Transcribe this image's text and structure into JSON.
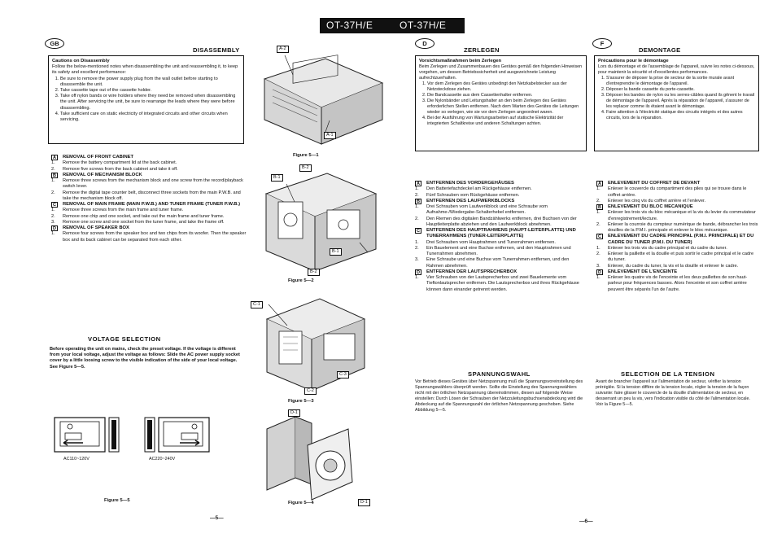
{
  "banner": {
    "left": "OT-37H/E",
    "right": "OT-37H/E"
  },
  "gb": {
    "lang": "GB",
    "title": "DISASSEMBLY",
    "caution_title": "Cautions on Disassembly",
    "caution_intro": "Follow the below-mentioned notes when disassembling the unit and reassembling it, to keep its safety and excellent performance:",
    "cautions": [
      "Be sure to remove the power supply plug from the wall outlet before starting to disassemble the unit.",
      "Take cassette tape out of the cassette holder.",
      "Take off nylon bands or wire holders where they need be removed when disassembling the unit. After servicing the unit, be sure to rearrange the leads where they were before disassembling.",
      "Take sufficient care on static electricity of integrated circuits and other circuits when servicing."
    ],
    "sections": [
      {
        "label": "A",
        "title": "REMOVAL OF FRONT CABINET",
        "steps": [
          "Remove the battery compartment lid at the back cabinet.",
          "Remove five screws from the back cabinet and take it off."
        ]
      },
      {
        "label": "B",
        "title": "REMOVAL OF MECHANISM BLOCK",
        "steps": [
          "Remove three screws from the mechanism block and one screw from the record/playback switch lever.",
          "Remove the digital tape counter belt, disconnect three sockets from the main P.W.B. and take the mechanism block off."
        ]
      },
      {
        "label": "C",
        "title": "REMOVAL OF MAIN FRAME (MAIN P.W.B.) AND TUNER FRAME (TUNER P.W.B.)",
        "steps": [
          "Remove three screws from the main frame and tuner frame.",
          "Remove one chip and one socket, and take out the main frame and tuner frame.",
          "Remove one screw and one socket from the tuner frame, and take the frame off."
        ]
      },
      {
        "label": "D",
        "title": "REMOVAL OF SPEAKER BOX",
        "steps": [
          "Remove four screws from the speaker box and two chips from its woofer. Then the speaker box and its back cabinet can be separated from each other."
        ]
      }
    ],
    "voltage_title": "VOLTAGE SELECTION",
    "voltage_text": "Before operating the unit on mains, check the preset voltage. If the voltage is different from your local voltage, adjust the voltage as follows: Slide the AC power supply socket cover by a little loosing screw to the visible indication of the side of your local voltage. See Figure 5—5.",
    "volt_left": "AC110~120V",
    "volt_right": "AC220~240V",
    "fig55": "Figure 5—5",
    "page": "—5—"
  },
  "figs": {
    "f51": "Figure 5—1",
    "f52": "Figure 5—2",
    "f53": "Figure 5—3",
    "f54": "Figure 5—4",
    "labels": [
      "A-2",
      "A-1",
      "B-2",
      "B-1",
      "B-1",
      "B-2",
      "C-1",
      "C-3",
      "C-2",
      "D-1",
      "D-1"
    ]
  },
  "d": {
    "lang": "D",
    "title": "ZERLEGEN",
    "caution_title": "Vorsichtsmaßnahmen beim Zerlegen",
    "caution_intro": "Beim Zerlegen und Zusammenbauen des Gerätes gemäß den folgenden Hinweisen vorgehen, um dessen Betriebssicherheit und ausgezeichnete Leistung aufrechtzuerhalten.",
    "cautions": [
      "Vor dem Zerlegen des Gerätes unbedingt den Netzkabelstecker aus der Netzsteckdose ziehen.",
      "Die Bandcassette aus dem Cassettenhalter entfernen.",
      "Die Nylonbänder und Leitungshalter an den beim Zerlegen des Gerätes erforderlichen Stellen entfernen. Nach dem Warten des Gerätes die Leitungen wieder so verlegen, wie sie vor dem Zerlegen angeordnet waren.",
      "Bei der Ausführung von Wartungsarbeiten auf statische Elektrizität der integrierten Schaltkreise und anderen Schaltungen achten."
    ],
    "sections": [
      {
        "label": "A",
        "title": "ENTFERNEN DES VORDERGEHÄUSES",
        "steps": [
          "Den Batteriefachdeckel am Rückgehäuse entfernen.",
          "Fünf Schrauben vom Rückgehäuse entfernen."
        ]
      },
      {
        "label": "B",
        "title": "ENTFERNEN DES LAUFWERKBLOCKS",
        "steps": [
          "Drei Schrauben vom Laufwerkblock und eine Schraube vom Aufnahme-/Wiedergabe-Schalterhebel entfernen.",
          "Den Riemen des digitalen Bandzählwerks entfernen, drei Buchsen von der Hauptleiterplatte abziehen und den Laufwerkblock abnehmen."
        ]
      },
      {
        "label": "C",
        "title": "ENTFERNEN DES HAUPTRAHMENS (HAUPT-LEITERPLATTE) UND TUNERRAHMENS (TUNER-LEITERPLATTE)",
        "steps": [
          "Drei Schrauben vom Hauptrahmen und Tunerrahmen entfernen.",
          "Ein Bauelement und eine Buchse entfernen, und den Hauptrahmen und Tunerrahmen abnehmen.",
          "Eine Schraube und eine Buchse vom Tunerrahmen entfernen, und den Rahmen abnehmen."
        ]
      },
      {
        "label": "D",
        "title": "ENTFERNEN DER LAUTSPRECHERBOX",
        "steps": [
          "Vier Schrauben von der Lautsprecherbox und zwei Bauelemente vom Tieftonlautsprecher entfernen. Die Lautsprecherbox und ihres Rückgehäuse können dann einander getrennt werden."
        ]
      }
    ],
    "voltage_title": "SPANNUNGSWAHL",
    "voltage_text": "Vor Betrieb dieses Gerätes über Netzspannung muß die Spannungsvoreinstellung des Spannungswählers überprüft werden. Sollte die Einstellung des Spannungswählers nicht mit der örtlichen Netzspannung übereinstimmen, diesen auf folgende Weise einstellen: Durch Lösen der Schrauben der Netzzuleitungsbuchsenabdeckung wird die Abdeckung auf die Spannungszahl der örtlichen Netzspannung geschoben. Siehe Abbildung 5—5.",
    "page": "—6—"
  },
  "f": {
    "lang": "F",
    "title": "DEMONTAGE",
    "caution_title": "Précautions pour le démontage",
    "caution_intro": "Lors du démontage et de l'assemblage de l'appareil, suivre les notes ci-dessous, pour maintenir la sécurité et d'excellentes performances.",
    "cautions": [
      "S'assurer de déposer la prise de secteur de la sortie murale avant d'entreprendre le démontage de l'appareil.",
      "Déposer la bande cassette du porte-cassette.",
      "Déposer les bandes de nylon ou les serres-câbles quand ils gênent le travail de démontage de l'appareil. Après la réparation de l'appareil, s'assurer de les replacer comme ils étaient avant le démontage.",
      "Faire attention à l'électricité statique des circuits intégrés et des autres circuits, lors de la réparation."
    ],
    "sections": [
      {
        "label": "A",
        "title": "ENLEVEMENT DU COFFRET DE DEVANT",
        "steps": [
          "Enlever le couvercle du compartiment des piles qui se trouve dans le coffret arrière.",
          "Enlever les cinq vis du coffret arrière et l'enlever."
        ]
      },
      {
        "label": "B",
        "title": "ENLEVEMENT DU BLOC MECANIQUE",
        "steps": [
          "Enlever les trois vis du bloc mécanique et la vis du levier du commutateur d'enregistrement/lecture.",
          "Enlever la courroie du compteur numérique de bande, débrancher les trois douilles de la P.M.I. principale et enlever le bloc mécanique."
        ]
      },
      {
        "label": "C",
        "title": "ENLEVEMENT DU CADRE PRINCIPAL (P.M.I. PRINCIPALE) ET DU CADRE DU TUNER (P.M.I. DU TUNER)",
        "steps": [
          "Enlever les trois vis du cadre principal et du cadre du tuner.",
          "Enlever la paillette et la douille et puis sortir le cadre principal et le cadre du tuner.",
          "Enlever, du cadre du tuner, la vis et la douille et enlever le cadre."
        ]
      },
      {
        "label": "D",
        "title": "ENLEVEMENT DE L'ENCEINTE",
        "steps": [
          "Enlever les quatre vis de l'enceinte et les deux paillettes de son haut-parleur pour fréquences basses. Alors l'enceinte et son coffret arrière peuvent être séparés l'un de l'autre."
        ]
      }
    ],
    "voltage_title": "SELECTION DE LA TENSION",
    "voltage_text": "Avant de brancher l'appareil sur l'alimentation de secteur, vérifier la tension préréglée. Si la tension diffère de la tension locale, régler la tension de la façon suivante: faire glisser le couvercle de la douille d'alimentation de secteur, en desserrant un peu la vis, vers l'indication visible du côté de l'alimentation locale. Voir la Figure 5—5."
  }
}
